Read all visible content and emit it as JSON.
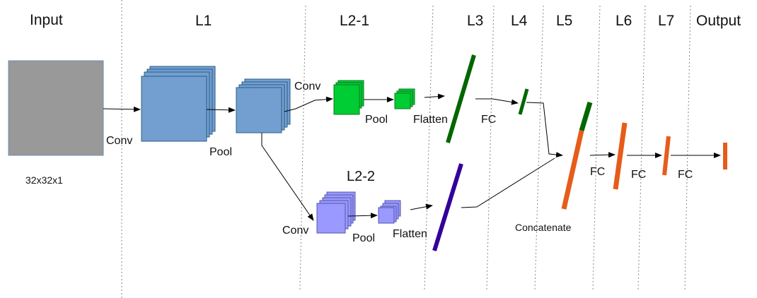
{
  "headers": {
    "input": "Input",
    "l1": "L1",
    "l2_1": "L2-1",
    "l2_2": "L2-2",
    "l3": "L3",
    "l4": "L4",
    "l5": "L5",
    "l6": "L6",
    "l7": "L7",
    "output": "Output"
  },
  "labels": {
    "input_size": "32x32x1",
    "conv_1": "Conv",
    "pool_1": "Pool",
    "conv_2_1": "Conv",
    "pool_2_1": "Pool",
    "flatten_2_1": "Flatten",
    "conv_2_2": "Conv",
    "pool_2_2": "Pool",
    "flatten_2_2": "Flatten",
    "fc_4": "FC",
    "concatenate": "Concatenate",
    "fc_6": "FC",
    "fc_7": "FC",
    "fc_out": "FC"
  },
  "colors": {
    "input": "#999999",
    "l1_blocks": "#729fcf",
    "l2_1_blocks": "#00cc33",
    "l2_2_blocks": "#9999ff",
    "dark_green": "#006600",
    "purple": "#330099",
    "orange": "#e65c1a"
  }
}
